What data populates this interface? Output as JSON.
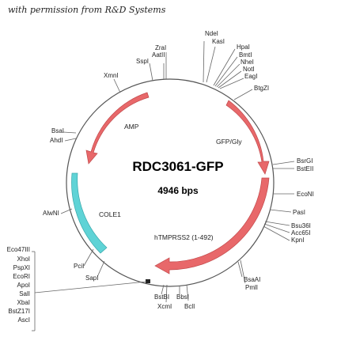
{
  "credit": "with permission from R&D Systems",
  "plasmid": {
    "name": "RDC3061-GFP",
    "size": "4946 bps"
  },
  "features": {
    "amp": "AMP",
    "gfp": "GFP/Gly",
    "hpmrss2": "hTMPRSS2 (1-492)",
    "cole1": "COLE1"
  },
  "sites": {
    "ndel": "NdeI",
    "kasl": "KasI",
    "zral": "ZraI",
    "aatll": "AatII",
    "sspl": "SspI",
    "hpal": "HpaI",
    "bmtl": "BmtI",
    "nhel": "NheI",
    "notl": "NotI",
    "eagl": "EagI",
    "btgzl": "BtgZI",
    "xmnl": "XmnI",
    "bsal": "BsaI",
    "ahdl": "AhdI",
    "bsrgl": "BsrGI",
    "bstell": "BstEII",
    "econl": "EcoNI",
    "pasl": "PasI",
    "bsu36l": "Bsu36I",
    "acc65l": "Acc65I",
    "kpnl": "KpnI",
    "alwnl": "AlwNI",
    "pcil": "PciI",
    "sapl": "SapI",
    "bsaal": "BsaAI",
    "pmll": "PmlI",
    "bstbl": "BstBI",
    "xcml": "XcmI",
    "bcll": "BclI",
    "bbsl": "BbsI",
    "mcs": [
      "Eco47III",
      "XhoI",
      "PspXI",
      "EcoRI",
      "ApoI",
      "SalI",
      "XbaI",
      "BstZ17I",
      "AscI"
    ]
  },
  "colors": {
    "gfp_arc": "#e8686a",
    "cole1_arc": "#5fd3d6",
    "circle": "#555555"
  }
}
